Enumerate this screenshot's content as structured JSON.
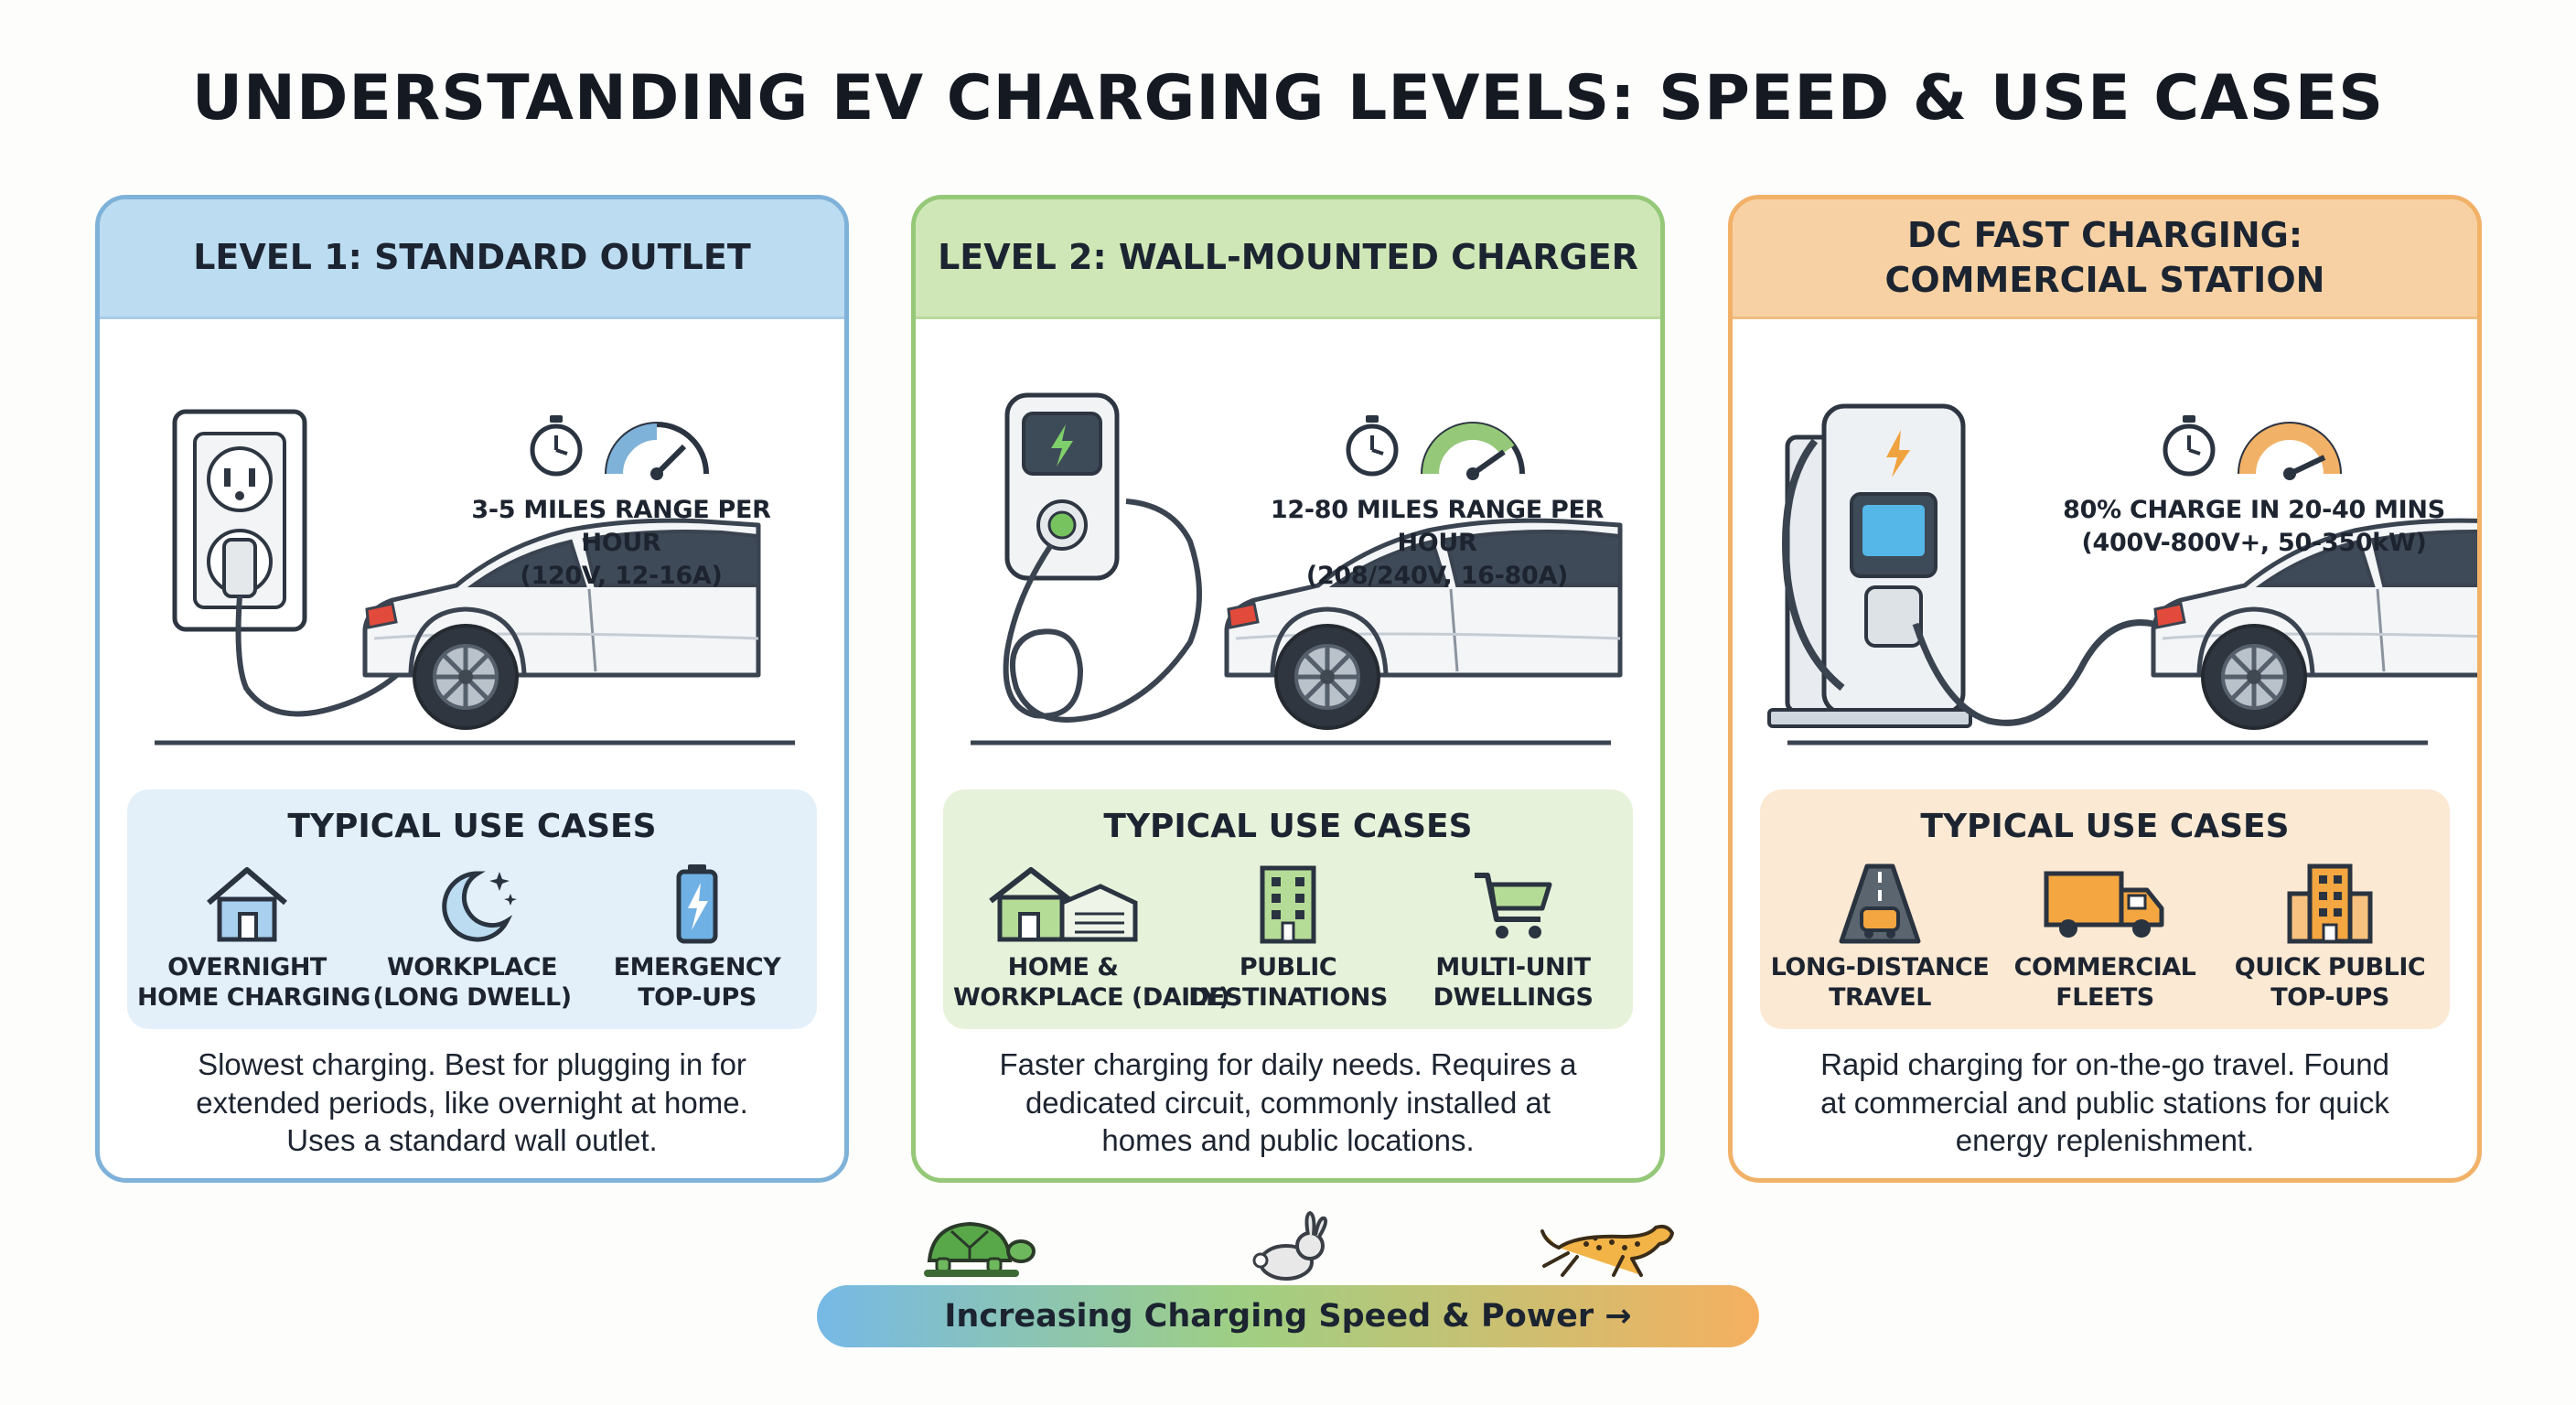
{
  "title": "UNDERSTANDING EV CHARGING LEVELS: SPEED & USE CASES",
  "cards": [
    {
      "id": "level1",
      "heading": "LEVEL 1: STANDARD OUTLET",
      "accent": "#7fb2d9",
      "speed_line1": "3-5 MILES RANGE PER HOUR",
      "speed_line2": "(120V, 12-16A)",
      "uses_title": "TYPICAL USE CASES",
      "uses": [
        {
          "icon": "house-icon",
          "line1": "OVERNIGHT",
          "line2": "HOME CHARGING"
        },
        {
          "icon": "moon-icon",
          "line1": "WORKPLACE",
          "line2": "(LONG DWELL)"
        },
        {
          "icon": "battery-icon",
          "line1": "EMERGENCY",
          "line2": "TOP-UPS"
        }
      ],
      "desc_lines": [
        "Slowest charging. Best for plugging in for",
        "extended periods, like overnight at home.",
        "Uses a standard wall outlet."
      ]
    },
    {
      "id": "level2",
      "heading": "LEVEL 2: WALL-MOUNTED CHARGER",
      "accent": "#95c878",
      "speed_line1": "12-80 MILES RANGE PER HOUR",
      "speed_line2": "(208/240V, 16-80A)",
      "uses_title": "TYPICAL USE CASES",
      "uses": [
        {
          "icon": "house-garage-icon",
          "line1": "HOME &",
          "line2": "WORKPLACE (DAILY)"
        },
        {
          "icon": "building-icon",
          "line1": "PUBLIC",
          "line2": "DESTINATIONS"
        },
        {
          "icon": "cart-icon",
          "line1": "MULTI-UNIT",
          "line2": "DWELLINGS"
        }
      ],
      "desc_lines": [
        "Faster charging for daily needs. Requires a",
        "dedicated circuit, commonly installed at",
        "homes and public locations."
      ]
    },
    {
      "id": "dcfast",
      "heading_line1": "DC FAST CHARGING:",
      "heading_line2": "COMMERCIAL STATION",
      "accent": "#f1b167",
      "speed_line1": "80% CHARGE IN 20-40 MINS",
      "speed_line2": "(400V-800V+, 50-350kW)",
      "uses_title": "TYPICAL USE CASES",
      "uses": [
        {
          "icon": "road-car-icon",
          "line1": "LONG-DISTANCE",
          "line2": "TRAVEL"
        },
        {
          "icon": "truck-icon",
          "line1": "COMMERCIAL",
          "line2": "FLEETS"
        },
        {
          "icon": "office-building-icon",
          "line1": "QUICK PUBLIC",
          "line2": "TOP-UPS"
        }
      ],
      "desc_lines": [
        "Rapid charging for on-the-go travel. Found",
        "at commercial and public stations for quick",
        "energy replenishment."
      ]
    }
  ],
  "speed_bar": {
    "label": "Increasing Charging Speed & Power →"
  },
  "colors": {
    "blue": "#7fb2d9",
    "green": "#95c878",
    "orange": "#f1b167"
  }
}
